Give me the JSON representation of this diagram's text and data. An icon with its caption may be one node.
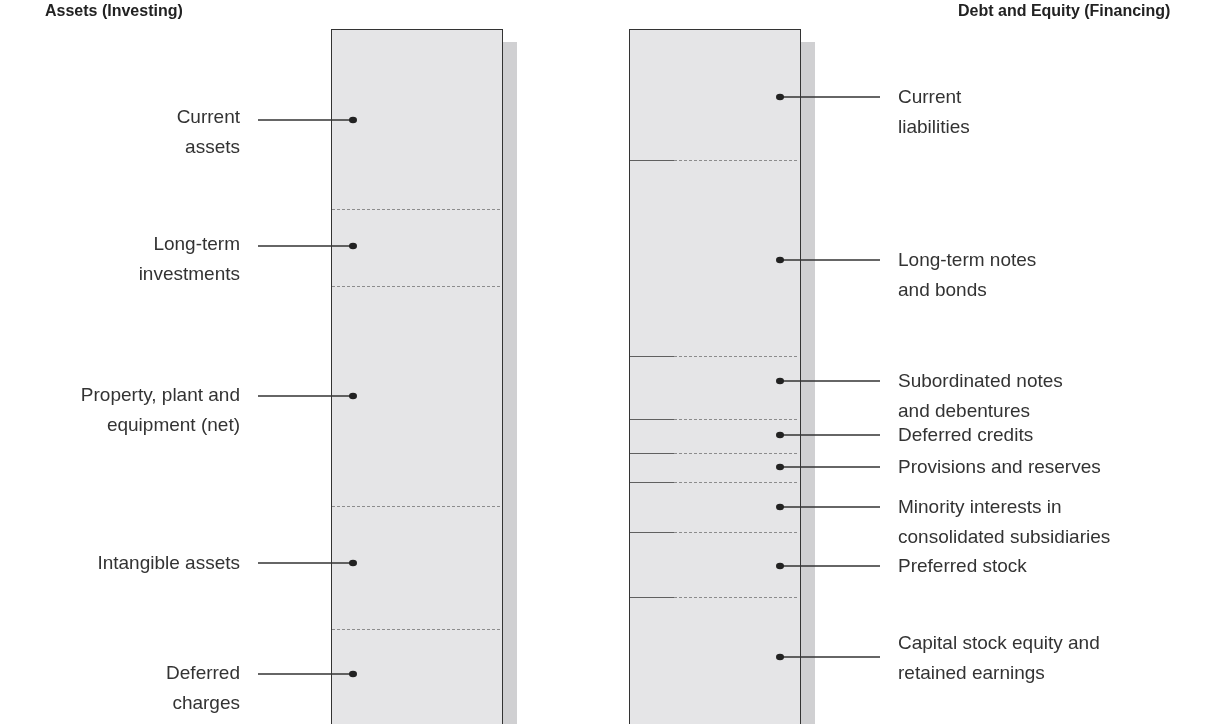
{
  "diagram": {
    "nodes": [
      {
        "text": [],
        "shape": "bar"
      },
      {
        "text": [],
        "shape": "bar"
      },
      {
        "text": [],
        "shape": "box",
        "in": 0
      },
      {
        "text": [],
        "shape": "box",
        "in": 0
      },
      {
        "text": [],
        "shape": "box",
        "in": 0
      },
      {
        "text": [],
        "shape": "box",
        "in": 0
      },
      {
        "text": [],
        "shape": "box",
        "in": 0
      },
      {
        "text": [],
        "shape": "box",
        "in": 1
      },
      {
        "text": [],
        "shape": "box",
        "in": 1
      },
      {
        "text": [],
        "shape": "box",
        "in": 1
      },
      {
        "text": [],
        "shape": "box",
        "in": 1
      },
      {
        "text": [],
        "shape": "box",
        "in": 1
      },
      {
        "text": [],
        "shape": "box",
        "in": 1
      },
      {
        "text": [],
        "shape": "box",
        "in": 1
      },
      {
        "text": [],
        "shape": "box",
        "in": 1
      },
      {
        "text": [
          "Current assets"
        ]
      },
      {
        "text": [
          "Long-term investments"
        ]
      },
      {
        "text": [
          "Property, plant and equipment (net)"
        ]
      },
      {
        "text": [
          "Intangible assets"
        ]
      },
      {
        "text": [
          "Deferred charges"
        ]
      },
      {
        "text": [
          "Current liabilities"
        ]
      },
      {
        "text": [
          "Long-term notes and bonds"
        ]
      },
      {
        "text": [
          "Subordinated notes and debentures"
        ]
      },
      {
        "text": [
          "Deferred credits"
        ]
      },
      {
        "text": [
          "Provisions and reserves"
        ]
      },
      {
        "text": [
          "Minority interests in consolidated subsidiaries"
        ]
      },
      {
        "text": [
          "Preferred stock"
        ]
      },
      {
        "text": [
          "Capital stock equity and retained earnings"
        ]
      }
    ],
    "edges": [
      {
        "from": 15,
        "to": 2,
        "arrow": "other"
      },
      {
        "from": 16,
        "to": 3,
        "arrow": "other"
      },
      {
        "from": 17,
        "to": 4,
        "arrow": "other"
      },
      {
        "from": 18,
        "to": 5,
        "arrow": "other"
      },
      {
        "from": 19,
        "to": 6,
        "arrow": "other"
      },
      {
        "from": 20,
        "to": 7,
        "arrow": "other"
      },
      {
        "from": 21,
        "to": 8,
        "arrow": "other"
      },
      {
        "from": 22,
        "to": 9,
        "arrow": "other"
      },
      {
        "from": 23,
        "to": 10,
        "arrow": "other"
      },
      {
        "from": 24,
        "to": 11,
        "arrow": "other"
      },
      {
        "from": 25,
        "to": 12,
        "arrow": "other"
      },
      {
        "from": 26,
        "to": 13,
        "arrow": "other"
      },
      {
        "from": 27,
        "to": 14,
        "arrow": "other"
      }
    ],
    "labels": [
      "Assets (Investing)",
      "Debt and Equity (Financing)"
    ]
  }
}
